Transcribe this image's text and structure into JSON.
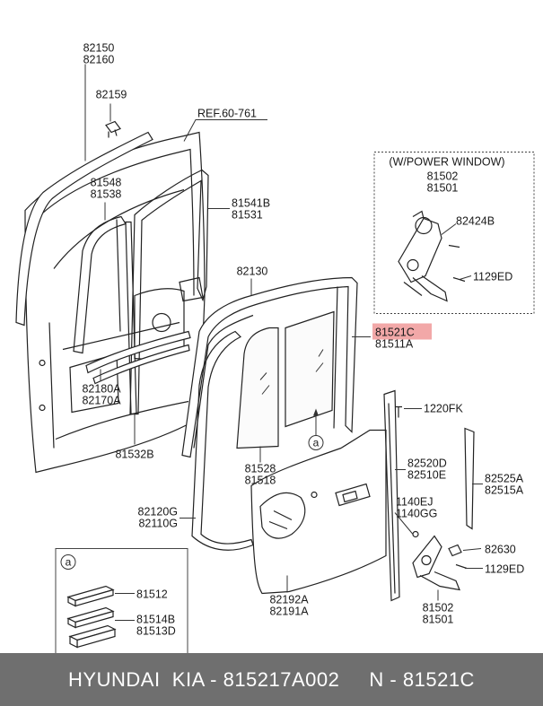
{
  "labels": {
    "p82150": "82150",
    "p82160": "82160",
    "p82159": "82159",
    "ref": "REF.60-761",
    "p81548": "81548",
    "p81538": "81538",
    "p81541b": "81541B",
    "p81531": "81531",
    "p82130": "82130",
    "p82180a": "82180A",
    "p82170a": "82170A",
    "p81532b": "81532B",
    "p81528": "81528",
    "p81518": "81518",
    "p82120g": "82120G",
    "p82110g": "82110G",
    "p82192a": "82192A",
    "p82191a": "82191A",
    "p81521c": "81521C",
    "p81511a": "81511A",
    "power_window_title": "(W/POWER WINDOW)",
    "pw81502": "81502",
    "pw81501": "81501",
    "p82424b": "82424B",
    "p1129ed_a": "1129ED",
    "p1220fk": "1220FK",
    "p82520d": "82520D",
    "p82510e": "82510E",
    "p82525a": "82525A",
    "p82515a": "82515A",
    "p1140ej": "1140EJ",
    "p1140gg": "1140GG",
    "p82630": "82630",
    "p1129ed_b": "1129ED",
    "m81502": "81502",
    "m81501": "81501",
    "callout_a": "a",
    "inset_a": "a",
    "p81512": "81512",
    "p81514b": "81514B",
    "p81513d": "81513D"
  },
  "highlight_color": "#f2a8a8",
  "footer": {
    "text": "HYUNDAI  KIA - 815217A002     N - 81521C"
  }
}
